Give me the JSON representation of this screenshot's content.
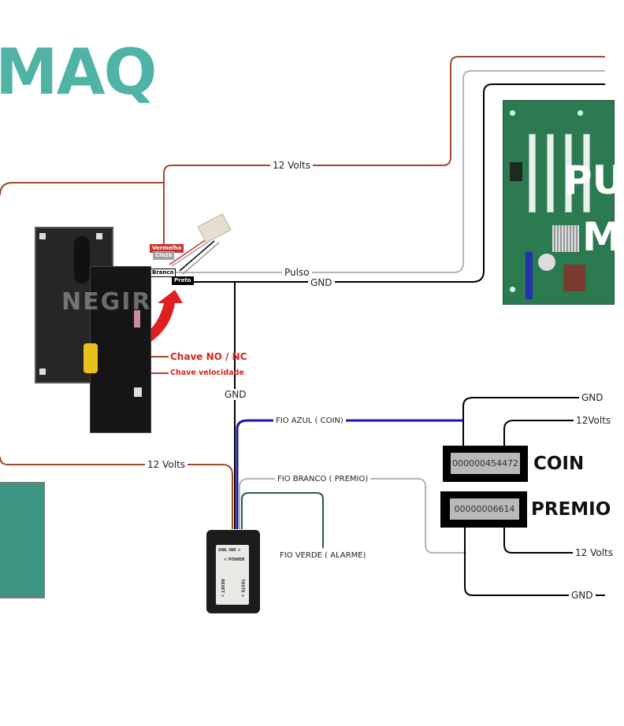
{
  "logo": {
    "text": "MAQ",
    "color": "#4fb3a6"
  },
  "wires": {
    "top_12v": {
      "label": "12 Volts",
      "color": "#a04a2c"
    },
    "pulso": {
      "label": "Pulso",
      "color": "#b5b5b5"
    },
    "gnd_top": {
      "label": "GND",
      "color": "#000000"
    },
    "gnd_vertical": {
      "label": "GND",
      "color": "#000000"
    },
    "bottom_12v": {
      "label": "12 Volts",
      "color": "#a04a2c"
    },
    "fio_azul": {
      "label": "FIO AZUL ( COIN)",
      "color": "#1a1aa0"
    },
    "fio_branco": {
      "label": "FIO BRANCO ( PREMIO)",
      "color": "#b5b5b5"
    },
    "fio_verde": {
      "label": "FIO VERDE ( ALARME)",
      "color": "#2d5a45"
    },
    "coin_gnd": {
      "label": "GND"
    },
    "coin_12v": {
      "label": "12Volts"
    },
    "premio_12v": {
      "label": "12 Volts"
    },
    "premio_gnd": {
      "label": "GND"
    }
  },
  "connector_tags": {
    "vermelho": "Vermelho",
    "cinza": "Cinza",
    "branco": "Branco",
    "preto": "Preto"
  },
  "coin_acceptor": {
    "watermark": "NEGIR",
    "callouts": {
      "chave_no_nc": "Chave NO / NC",
      "chave_velocidade": "Chave velocidade"
    }
  },
  "board": {
    "line1": "PU",
    "line2": "M"
  },
  "counters": {
    "coin": {
      "title": "COIN",
      "value": "000000454472"
    },
    "premio": {
      "title": "PREMIO",
      "value": "00000006614"
    }
  },
  "interface_box": {
    "online": "ONL INE  >",
    "power": "<  POWER",
    "reset": "RESET  >",
    "teste": "TESTE  >"
  }
}
